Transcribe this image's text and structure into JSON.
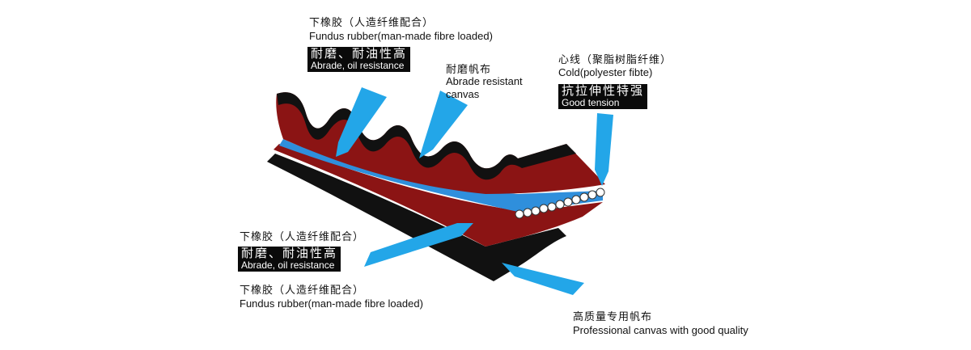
{
  "top_left_label": {
    "cn": "下橡胶（人造纤维配合）",
    "en": "Fundus rubber(man-made fibre loaded)",
    "tag_cn": "耐磨、耐油性高",
    "tag_en": "Abrade, oil resistance"
  },
  "middle_label": {
    "cn": "耐磨帆布",
    "en_line1": "Abrade resistant",
    "en_line2": "canvas"
  },
  "cord_label": {
    "cn": "心线（聚脂树脂纤维）",
    "en": "Cold(polyester fibte)",
    "tag_cn": "抗拉伸性特强",
    "tag_en": "Good tension"
  },
  "bottom_left_label": {
    "cn_top": "下橡胶（人造纤维配合）",
    "tag_cn": "耐磨、耐油性高",
    "tag_en": "Abrade, oil resistance",
    "cn_bottom": "下橡胶（人造纤维配合）",
    "en_bottom": "Fundus rubber(man-made fibre loaded)"
  },
  "bottom_right_label": {
    "cn": "高质量专用帆布",
    "en": "Professional canvas with good quality"
  },
  "colors": {
    "rubber": "#8b1414",
    "black": "#111111",
    "blue_layer": "#2f8fdc",
    "arrow": "#23a6e8"
  }
}
